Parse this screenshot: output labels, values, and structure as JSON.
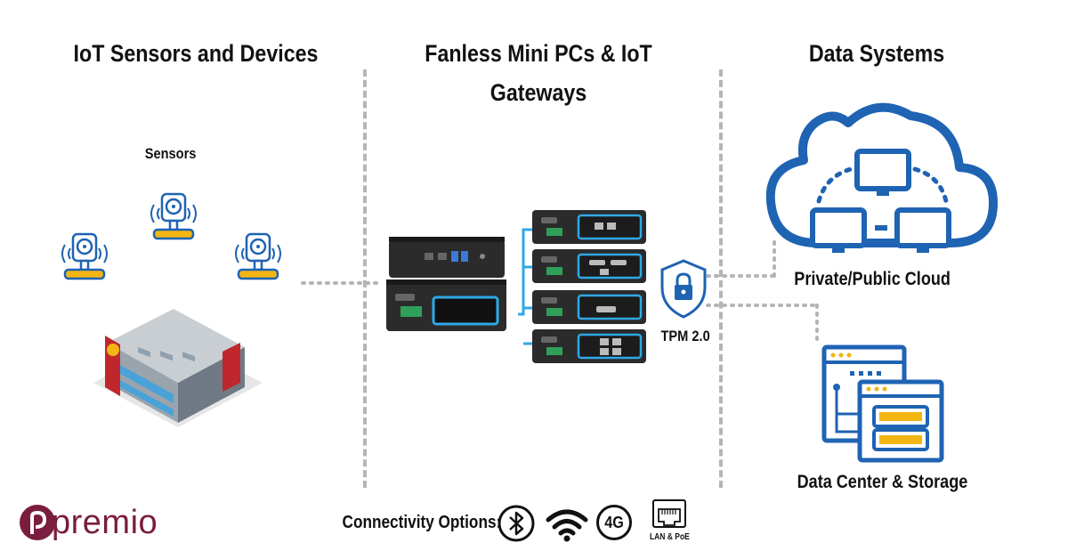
{
  "columns": {
    "left_title": "IoT Sensors and  Devices",
    "middle_title": "Fanless Mini PCs & IoT Gateways",
    "right_title": "Data Systems"
  },
  "sensors_label": "Sensors",
  "tpm_label": "TPM 2.0",
  "cloud_label": "Private/Public Cloud",
  "datacenter_label": "Data Center & Storage",
  "connectivity": {
    "label": "Connectivity Options:",
    "options": [
      {
        "name": "bluetooth-icon"
      },
      {
        "name": "wifi-icon"
      },
      {
        "name": "4g-badge",
        "text": "4G"
      },
      {
        "name": "lan-poe-icon",
        "text": "LAN & PoE"
      }
    ]
  },
  "brand": {
    "name": "premio",
    "color": "#7a1d3f"
  },
  "colors": {
    "accent_blue": "#1f63b3",
    "accent_yellow": "#f2b514",
    "glow": "#2ea8e6",
    "divider": "#b5b5b5"
  }
}
